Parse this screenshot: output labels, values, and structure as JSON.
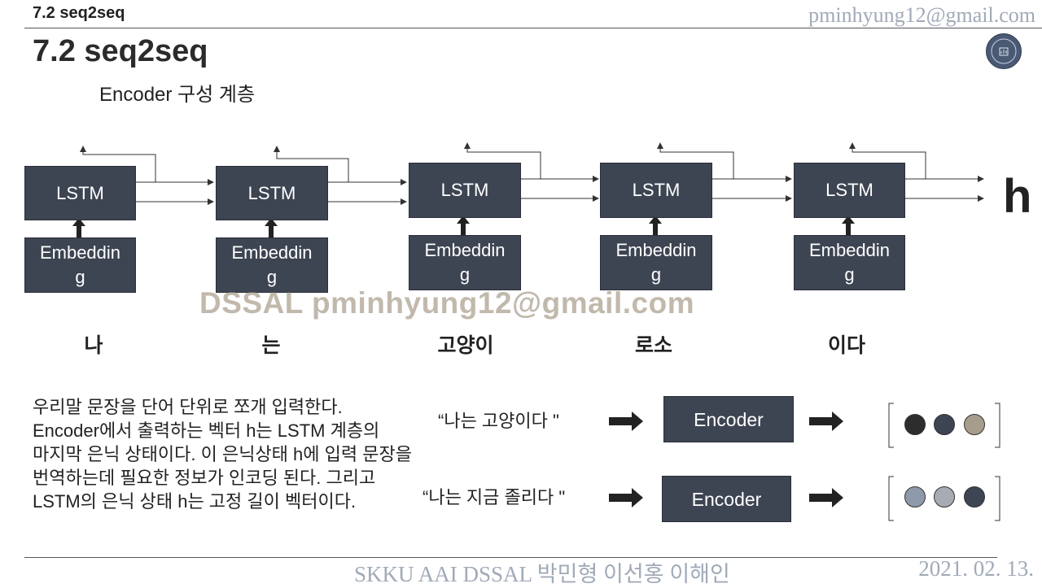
{
  "header": {
    "title": "7.2 seq2seq",
    "email": "pminhyung12@gmail.com"
  },
  "page": {
    "title": "7.2 seq2seq",
    "subtitle": "Encoder 구성 계층"
  },
  "diagram": {
    "lstm_label": "LSTM",
    "embedding_label": "Embeddin\ng",
    "words": [
      "나",
      "는",
      "고양이",
      "로소",
      "이다"
    ],
    "output_label": "h"
  },
  "watermark": "DSSAL pminhyung12@gmail.com",
  "paragraph": "우리말 문장을 단어 단위로 쪼개 입력한다. Encoder에서 출력하는 벡터 h는 LSTM 계층의 마지막 은닉 상태이다. 이 은닉상태 h에 입력 문장을 번역하는데 필요한 정보가 인코딩 된다. 그리고 LSTM의 은닉 상태 h는 고정 길이 벡터이다.",
  "examples": [
    {
      "sentence": "“나는 고양이다 \"",
      "encoder_label": "Encoder",
      "vector_colors": [
        "#2d2d2d",
        "#3d4452",
        "#a89d8c"
      ]
    },
    {
      "sentence": "“나는 지금 졸리다 \"",
      "encoder_label": "Encoder",
      "vector_colors": [
        "#8e9aab",
        "#a7abb3",
        "#3d4452"
      ]
    }
  ],
  "footer": {
    "authors": "SKKU AAI DSSAL 박민형 이선홍 이해인",
    "date": "2021. 02. 13."
  },
  "colors": {
    "box_fill": "#3d4452",
    "header_email": "#a0aab8"
  }
}
